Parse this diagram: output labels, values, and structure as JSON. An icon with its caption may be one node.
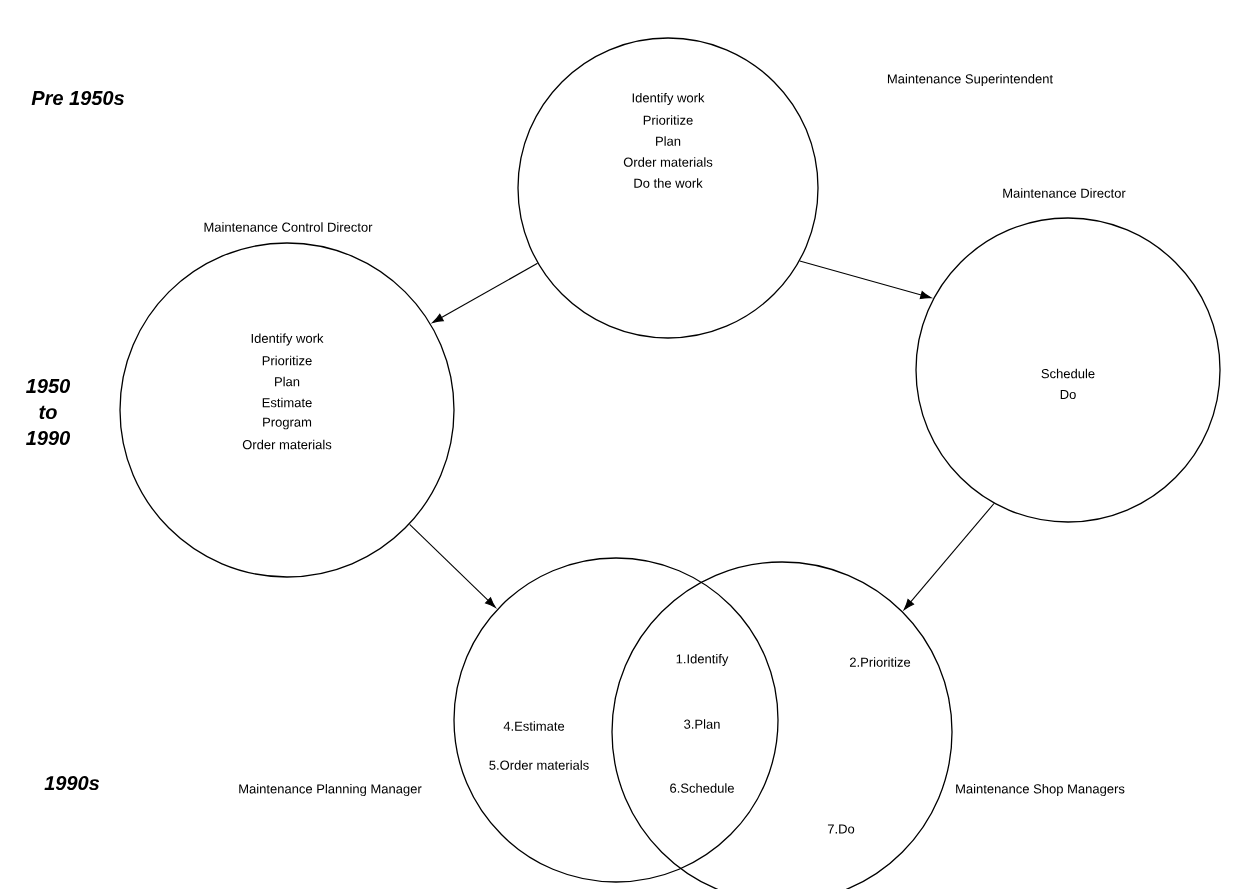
{
  "diagram": {
    "nodes": [
      {
        "text": [
          "Identify work",
          "Prioritize",
          "Plan",
          "Order materials",
          "Do the work"
        ]
      },
      {
        "text": [
          "Identify work",
          "Prioritize",
          "Plan",
          "Estimate",
          "Program",
          "Order materials"
        ]
      },
      {
        "text": [
          "Schedule",
          "Do"
        ]
      },
      {
        "text": [
          "4.Estimate",
          "5.Order materials"
        ]
      },
      {
        "text": [
          "2.Prioritize",
          "7.Do"
        ]
      }
    ],
    "edges": [
      {
        "from": 0,
        "to": 1,
        "arrow": "to"
      },
      {
        "from": 0,
        "to": 2,
        "arrow": "to"
      },
      {
        "from": 1,
        "to": 3,
        "arrow": "to"
      },
      {
        "from": 2,
        "to": 4,
        "arrow": "to"
      }
    ],
    "labels": [
      "Pre 1950s",
      "1950 to 1990",
      "1990s",
      "Maintenance Superintendent",
      "Maintenance Control Director",
      "Maintenance Director",
      "Maintenance Planning Manager",
      "Maintenance Shop Managers",
      "1.Identify",
      "3.Plan",
      "6.Schedule"
    ]
  }
}
